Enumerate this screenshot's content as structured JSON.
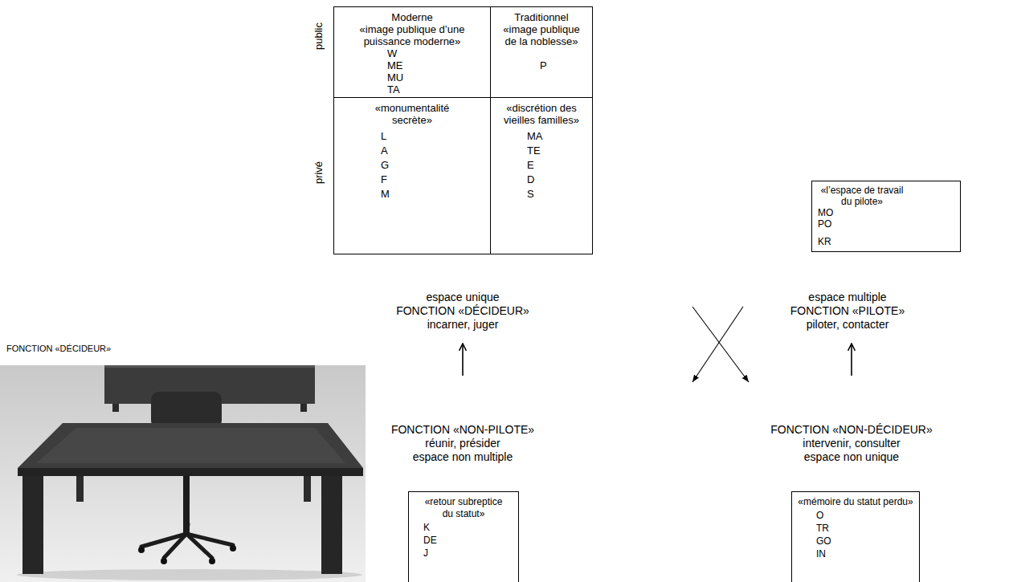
{
  "diagram": {
    "nodes": [
      {
        "text": [
          "Moderne",
          "«image publique d’une puissance moderne»",
          "W",
          "ME",
          "MU",
          "TA"
        ]
      },
      {
        "text": [
          "Traditionnel",
          "«image publique de la noblesse»",
          "P"
        ]
      },
      {
        "text": [
          "«monumentalité secrète»",
          "L",
          "A",
          "G",
          "F",
          "M"
        ]
      },
      {
        "text": [
          "«discrétion des vieilles familles»",
          "MA",
          "TE",
          "E",
          "D",
          "S"
        ]
      },
      {
        "text": [
          "«l’espace de travail du pilote»",
          "MO",
          "PO",
          "KR"
        ]
      },
      {
        "text": [
          "espace unique",
          "FONCTION «DÉCIDEUR»",
          "incarner, juger"
        ]
      },
      {
        "text": [
          "espace multiple",
          "FONCTION «PILOTE»",
          "piloter, contacter"
        ]
      },
      {
        "text": [
          "FONCTION «NON-PILOTE»",
          "réunir, présider",
          "espace non multiple"
        ]
      },
      {
        "text": [
          "FONCTION «NON-DÉCIDEUR»",
          "intervenir, consulter",
          "espace non unique"
        ]
      },
      {
        "text": [
          "«retour subreptice du statut»",
          "K",
          "DE",
          "J"
        ]
      },
      {
        "text": [
          "«mémoire du statut perdu»",
          "O",
          "TR",
          "GO",
          "IN"
        ]
      }
    ],
    "edges": [
      {
        "from": 7,
        "to": 5,
        "arrow": "to"
      },
      {
        "from": 8,
        "to": 6,
        "arrow": "to"
      },
      {
        "from": 5,
        "to": 8,
        "arrow": "to"
      },
      {
        "from": 6,
        "to": 7,
        "arrow": "to"
      }
    ],
    "labels": [
      "public",
      "privé",
      "FONCTION «DÉCIDEUR»"
    ]
  }
}
